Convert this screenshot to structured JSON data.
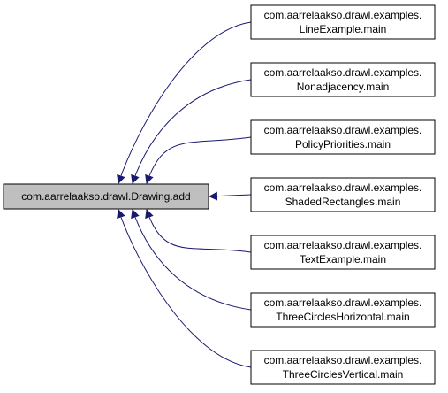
{
  "diagram": {
    "center_node": {
      "label": "com.aarrelaakso.drawl.Drawing.add",
      "fill": "#bfbfbf"
    },
    "caller_nodes": [
      {
        "line1": "com.aarrelaakso.drawl.examples.",
        "line2": "LineExample.main"
      },
      {
        "line1": "com.aarrelaakso.drawl.examples.",
        "line2": "Nonadjacency.main"
      },
      {
        "line1": "com.aarrelaakso.drawl.examples.",
        "line2": "PolicyPriorities.main"
      },
      {
        "line1": "com.aarrelaakso.drawl.examples.",
        "line2": "ShadedRectangles.main"
      },
      {
        "line1": "com.aarrelaakso.drawl.examples.",
        "line2": "TextExample.main"
      },
      {
        "line1": "com.aarrelaakso.drawl.examples.",
        "line2": "ThreeCirclesHorizontal.main"
      },
      {
        "line1": "com.aarrelaakso.drawl.examples.",
        "line2": "ThreeCirclesVertical.main"
      }
    ],
    "node_fill": "#ffffff",
    "edge_color": "#191970",
    "border_color": "#000000"
  }
}
